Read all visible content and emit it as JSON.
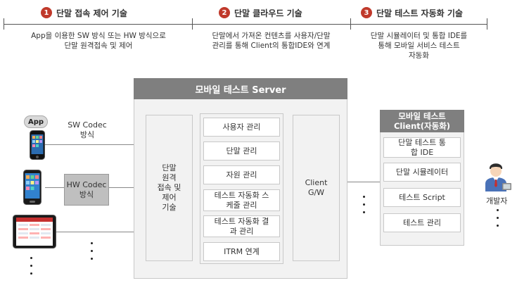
{
  "steps": [
    {
      "number": "1",
      "title": "단말 접속 제어 기술",
      "desc_lines": [
        "App을 이용한 SW 방식 또는 HW 방식으로",
        "단말 원격접속 및 제어"
      ]
    },
    {
      "number": "2",
      "title": "단말 클라우드 기술",
      "desc_lines": [
        "단말에서 가져온 컨텐츠를 사용자/단말",
        "관리를 통해 Client의 통합IDE와 연계"
      ]
    },
    {
      "number": "3",
      "title": "단말 테스트 자동화 기술",
      "desc_lines": [
        "단말 시뮬레이터 및 통합 IDE를",
        "통해 모바일 서비스 테스트",
        "자동화"
      ]
    }
  ],
  "server": {
    "title": "모바일 테스트 Server",
    "remote_control_lines": [
      "단말",
      "원격",
      "접속 및",
      "제어",
      "기술"
    ],
    "functions": [
      "사용자 관리",
      "단말 관리",
      "자원 관리",
      "테스트 자동화 스케줄 관리",
      "테스트 자동화 결과 관리",
      "ITRM 연계"
    ],
    "gateway_lines": [
      "Client",
      "G/W"
    ]
  },
  "client": {
    "title_lines": [
      "모바일 테스트",
      "Client(자동화)"
    ],
    "items": [
      "단말 테스트 통합 IDE",
      "단말 시뮬레이터",
      "테스트 Script",
      "테스트 관리"
    ]
  },
  "devices": {
    "app_badge": "App",
    "sw_codec_lines": [
      "SW Codec",
      "방식"
    ],
    "hw_codec_lines": [
      "HW Codec",
      "방식"
    ]
  },
  "developer_label": "개발자",
  "colors": {
    "step_badge": "#c0392b",
    "header_grey": "#7f7f7f",
    "box_fill": "#f2f2f2"
  }
}
